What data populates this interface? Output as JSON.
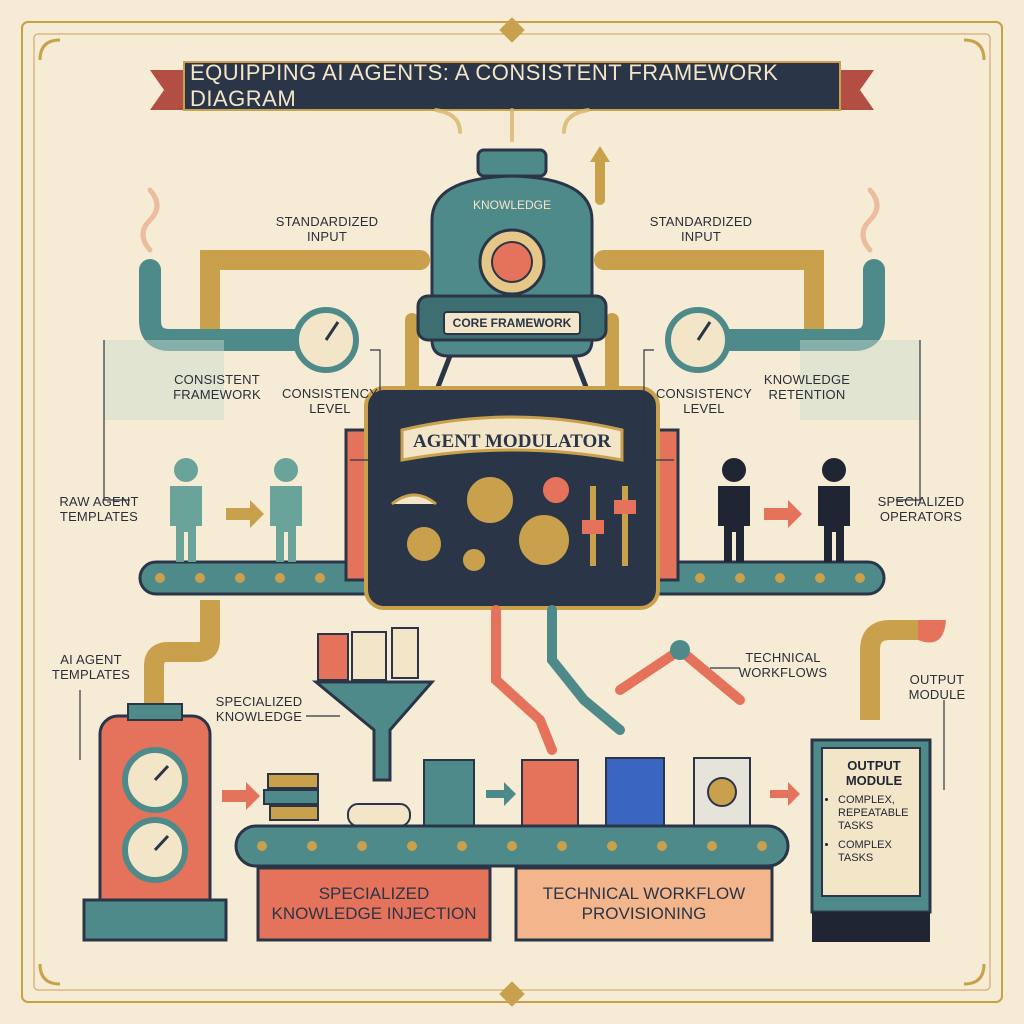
{
  "title": "EQUIPPING AI AGENTS: A CONSISTENT FRAMEWORK DIAGRAM",
  "core": {
    "top_label": "KNOWLEDGE",
    "bottom_label": "CORE FRAMEWORK"
  },
  "modulator": {
    "title": "AGENT MODULATOR"
  },
  "labels": {
    "standardized_input_left": [
      "STANDARDIZED",
      "INPUT"
    ],
    "standardized_input_right": [
      "STANDARDIZED",
      "INPUT"
    ],
    "consistent_framework": [
      "CONSISTENT",
      "FRAMEWORK"
    ],
    "consistency_level_left": [
      "CONSISTENCY",
      "LEVEL"
    ],
    "consistency_level_right": [
      "CONSISTENCY",
      "LEVEL"
    ],
    "knowledge_retention": [
      "KNOWLEDGE",
      "RETENTION"
    ],
    "raw_agent_templates": [
      "RAW AGENT",
      "TEMPLATES"
    ],
    "specialized_operators": [
      "SPECIALIZED",
      "OPERATORS"
    ],
    "ai_agent_templates": [
      "AI AGENT",
      "TEMPLATES"
    ],
    "specialized_knowledge": [
      "SPECIALIZED",
      "KNOWLEDGE"
    ],
    "technical_workflows": [
      "TECHNICAL",
      "WORKFLOWS"
    ],
    "output_module_label": [
      "OUTPUT",
      "MODULE"
    ]
  },
  "boxes": {
    "knowledge_injection": [
      "SPECIALIZED",
      "KNOWLEDGE INJECTION"
    ],
    "workflow_provisioning": [
      "TECHNICAL WORKFLOW",
      "PROVISIONING"
    ]
  },
  "output_panel": {
    "title": [
      "OUTPUT",
      "MODULE"
    ],
    "items": [
      "COMPLEX, REPEATABLE TASKS",
      "COMPLEX TASKS"
    ]
  },
  "colors": {
    "background": "#f6ecd6",
    "navy": "#2b3548",
    "teal": "#4f8a8b",
    "gold": "#c9a04c",
    "coral": "#e5735c",
    "peach": "#f2b58c",
    "ribbon": "#c8574a"
  }
}
